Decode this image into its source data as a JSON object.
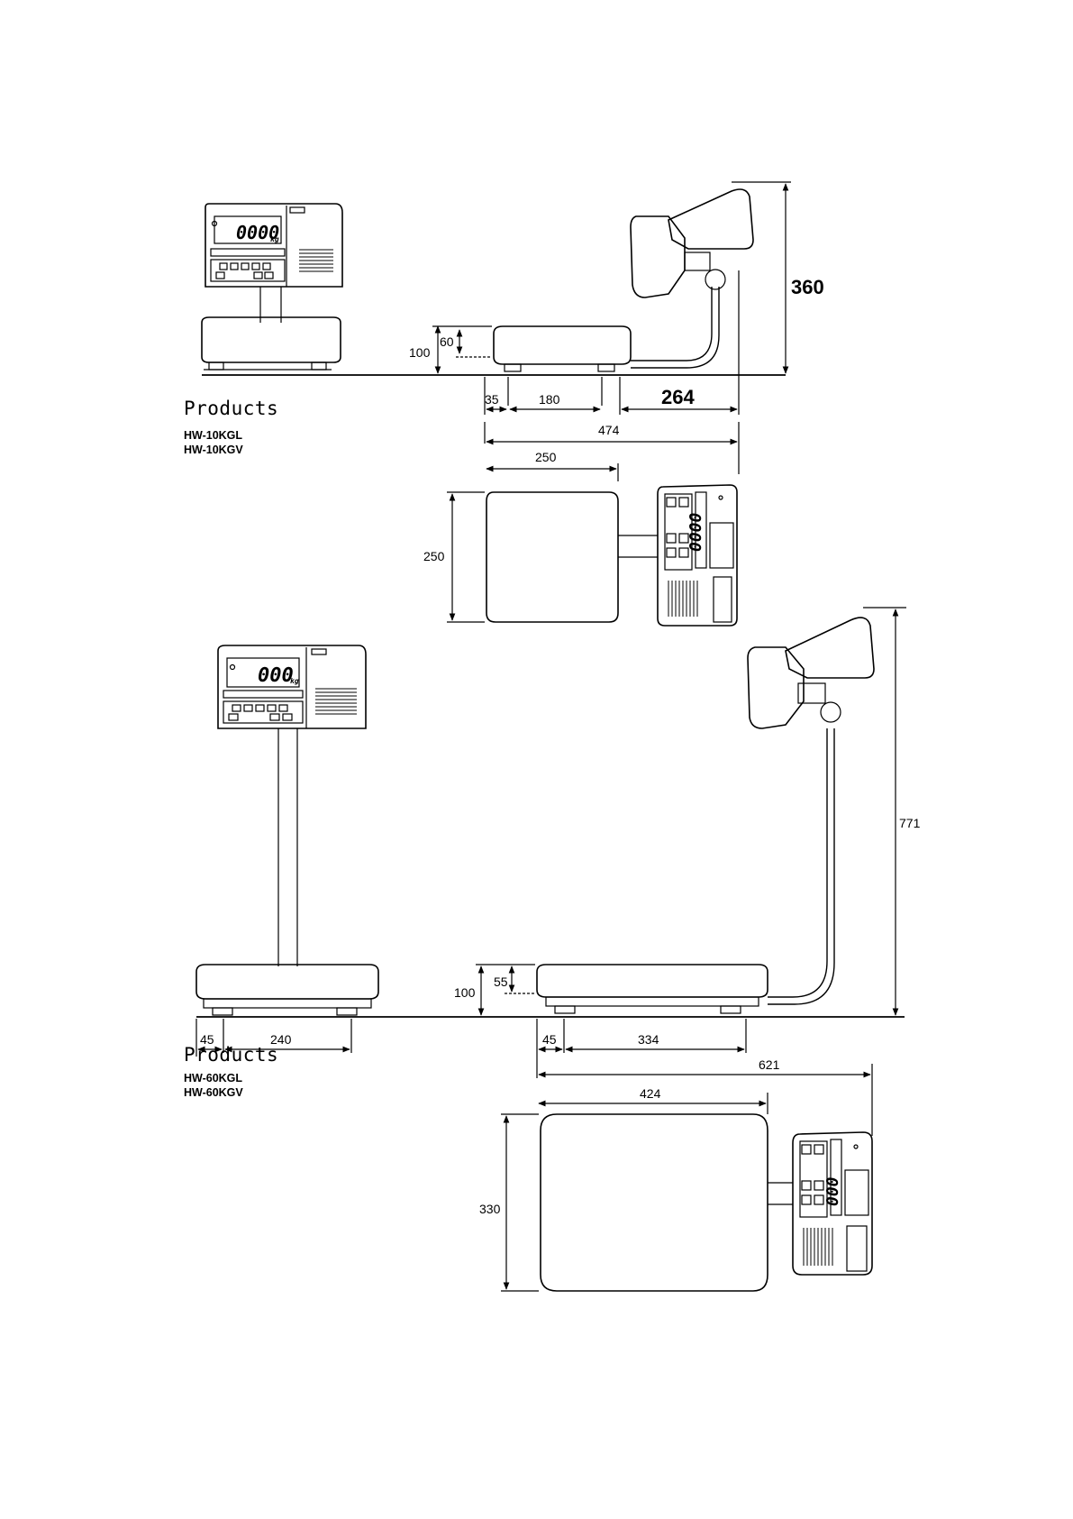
{
  "set1": {
    "products_heading": "Products",
    "models": [
      "HW-10KGL",
      "HW-10KGV"
    ],
    "display": "0000",
    "unit": "kg",
    "dims": {
      "total_height": "360",
      "base_height": "100",
      "platform_height": "60",
      "foot_offset": "35",
      "foot_spacing": "180",
      "column_offset": "264",
      "overall_depth": "474",
      "platform_width": "250",
      "platform_depth": "250"
    }
  },
  "set2": {
    "products_heading": "Products",
    "models": [
      "HW-60KGL",
      "HW-60KGV"
    ],
    "display": "000",
    "unit": "kg",
    "dims": {
      "total_height": "771",
      "base_height": "100",
      "platform_height": "55",
      "front_foot_offset": "45",
      "front_foot_spacing": "240",
      "side_foot_offset": "45",
      "side_foot_spacing": "334",
      "overall_depth": "621",
      "platform_width": "424",
      "platform_depth": "330"
    }
  }
}
